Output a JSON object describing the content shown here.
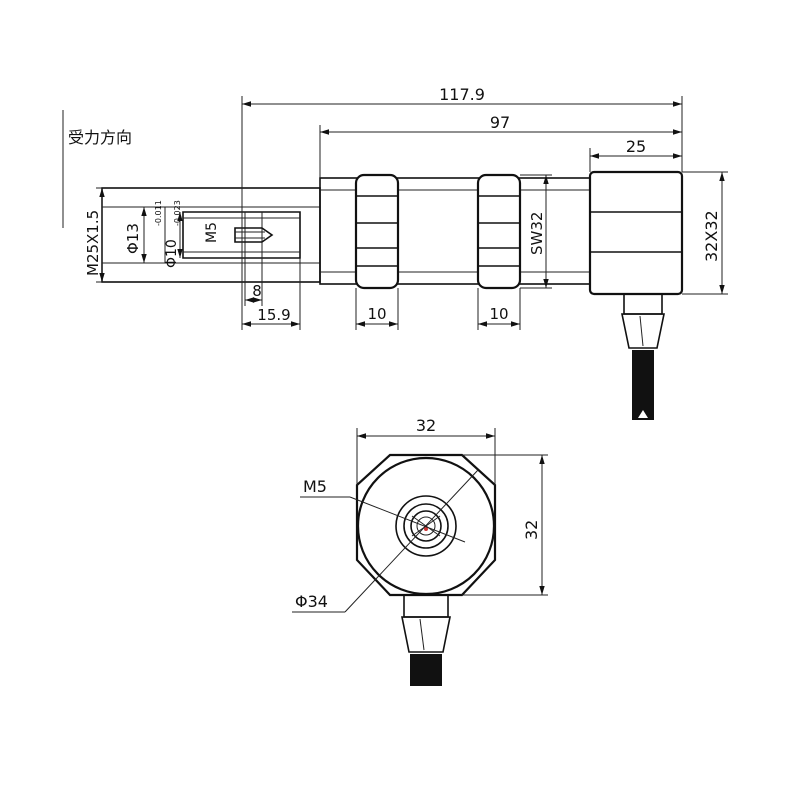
{
  "force_direction_label": "受力方向",
  "dimensions": {
    "overall_length": "117.9",
    "body_length": "97",
    "head_length": "25",
    "head_size": "32X32",
    "thread_spec": "M25X1.5",
    "shaft_diameter": "Φ13",
    "pin_diameter": "Φ10",
    "pin_tol_upper": "-0.011",
    "pin_tol_lower": "-0.023",
    "inner_thread": "M5",
    "slot_depth": "8",
    "shaft_length": "15.9",
    "nut_width_1": "10",
    "nut_width_2": "10",
    "spanner_size": "SW32"
  },
  "end_view": {
    "width": "32",
    "height": "32",
    "thread": "M5",
    "diameter": "Φ34"
  }
}
